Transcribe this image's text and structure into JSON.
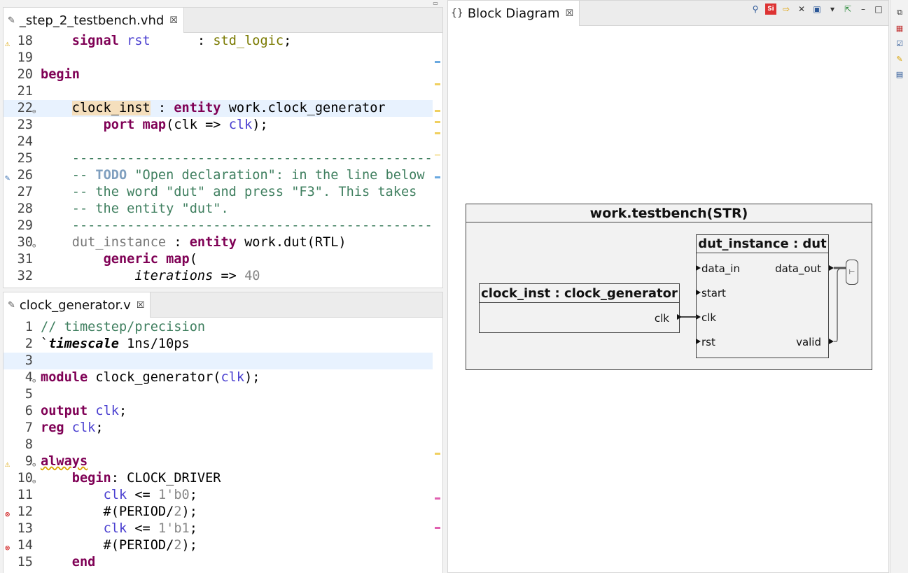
{
  "top_editor": {
    "tab_label": "_step_2_testbench.vhd",
    "close_glyph": "☒"
  },
  "bottom_editor": {
    "tab_label": "clock_generator.v",
    "close_glyph": "☒"
  },
  "diagram_view": {
    "tab_label": "Block Diagram",
    "close_glyph": "☒",
    "top_entity": "work.testbench(STR)",
    "clock_block": "clock_inst : clock_generator",
    "clock_port": "clk",
    "dut_block": "dut_instance : dut",
    "dut_inputs": [
      "data_in",
      "start",
      "clk",
      "rst"
    ],
    "dut_outputs": [
      "data_out",
      "valid"
    ],
    "bus_glyph": "⊢"
  },
  "toolbar_icons": [
    "link-editor-icon",
    "si-icon",
    "forward-icon",
    "fit-icon",
    "save-icon",
    "menu-icon",
    "export-icon",
    "minimize-icon",
    "maximize-icon"
  ],
  "colors": {
    "keyword": "#7f0055",
    "comment": "#3f7f5f",
    "signal": "#4a3fd0",
    "current_line": "#e8f2fe",
    "word_highlight": "#f5dfbd"
  }
}
